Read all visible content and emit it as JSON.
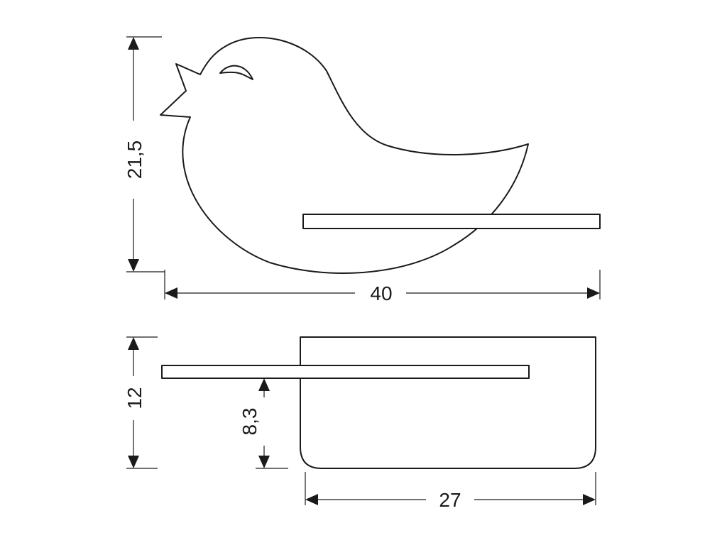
{
  "diagram": {
    "front_view": {
      "height_label": "21,5",
      "width_label": "40"
    },
    "side_view": {
      "height_label": "12",
      "shelf_height_label": "8,3",
      "depth_label": "27"
    }
  },
  "colors": {
    "line": "#1a1a1a",
    "background": "#ffffff"
  }
}
